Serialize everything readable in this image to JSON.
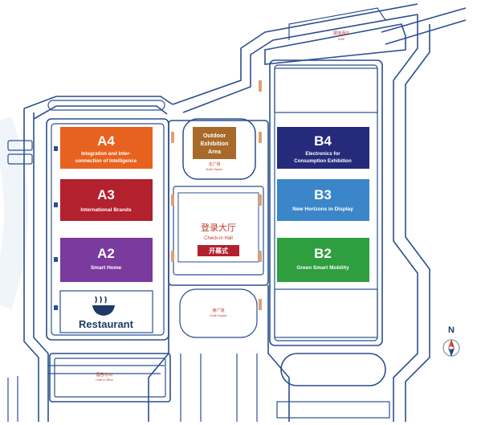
{
  "halls": {
    "a4": {
      "code": "A4",
      "line1": "Integration and Inter-",
      "line2": "connection of Intelligence",
      "color": "#e8621f"
    },
    "a3": {
      "code": "A3",
      "line1": "International Brands",
      "color": "#b3202e"
    },
    "a2": {
      "code": "A2",
      "line1": "Smart Home",
      "color": "#7b3a9e"
    },
    "b4": {
      "code": "B4",
      "line1": "Electronics for",
      "line2": "Consumption Exhibition",
      "color": "#262a7a"
    },
    "b3": {
      "code": "B3",
      "line1": "New Horizons in Display",
      "color": "#3b86c9"
    },
    "b2": {
      "code": "B2",
      "line1": "Green Smart Mobility",
      "color": "#2e9e3e"
    }
  },
  "outdoor": {
    "line1": "Outdoor",
    "line2": "Exhibition",
    "line3": "Area",
    "cn": "北广场",
    "en": "North Square",
    "color": "#a86a2a"
  },
  "checkin": {
    "cn": "登录大厅",
    "en": "Check-in Hall",
    "ceremony": "开幕式",
    "ceremony_color": "#b3202e"
  },
  "restaurant": {
    "label": "Restaurant",
    "icon": "bowl-icon"
  },
  "south_square": {
    "cn": "南广场",
    "en": "South Square"
  },
  "hotel_top": {
    "cn": "展馆酒店",
    "en": "Hotel"
  },
  "hotel_office": {
    "cn": "酒店/办公",
    "en": "Hotel & Office"
  },
  "compass": {
    "label": "N",
    "icon": "compass-icon"
  },
  "colors": {
    "outline": "#2a4f8f",
    "accent": "#c0392b"
  }
}
